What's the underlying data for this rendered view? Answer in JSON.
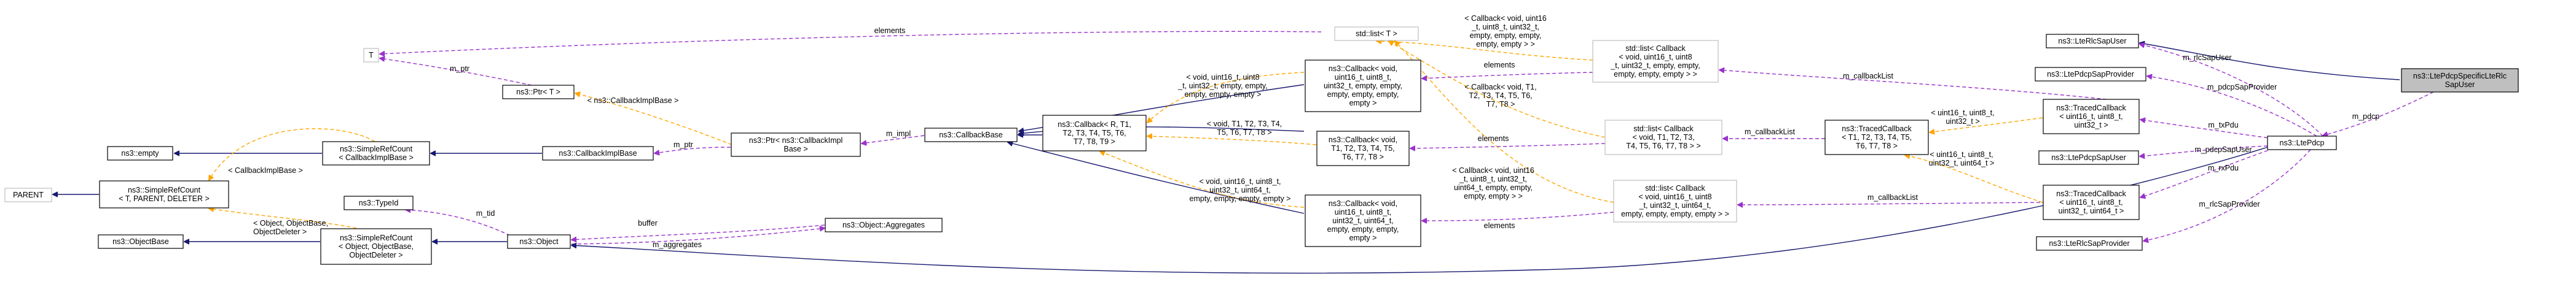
{
  "colors": {
    "box_border": "#000000",
    "box_fill": "#ffffff",
    "faded_border": "#bfbfbf",
    "focus_fill": "#bfbfbf",
    "inheritance": "#191970",
    "usage": "#9a32cd",
    "template": "#ffa500",
    "text": "#000000"
  },
  "nodes": [
    {
      "id": "T",
      "lines": [
        "T"
      ],
      "style": "faded"
    },
    {
      "id": "ptr",
      "lines": [
        "ns3::Ptr< T >"
      ],
      "style": "normal"
    },
    {
      "id": "parent",
      "lines": [
        "PARENT"
      ],
      "style": "faded"
    },
    {
      "id": "empty",
      "lines": [
        "ns3::empty"
      ],
      "style": "normal"
    },
    {
      "id": "srcCB",
      "lines": [
        "ns3::SimpleRefCount",
        "< T, PARENT, DELETER >"
      ],
      "style": "normal"
    },
    {
      "id": "objbase",
      "lines": [
        "ns3::ObjectBase"
      ],
      "style": "normal"
    },
    {
      "id": "srcCBImpl",
      "lines": [
        "ns3::SimpleRefCount",
        "< CallbackImplBase >"
      ],
      "style": "normal"
    },
    {
      "id": "typeid",
      "lines": [
        "ns3::TypeId"
      ],
      "style": "normal"
    },
    {
      "id": "srcObj",
      "lines": [
        "ns3::SimpleRefCount",
        "< Object, ObjectBase,",
        "ObjectDeleter >"
      ],
      "style": "normal"
    },
    {
      "id": "cbimplbase",
      "lines": [
        "ns3::CallbackImplBase"
      ],
      "style": "normal"
    },
    {
      "id": "object",
      "lines": [
        "ns3::Object"
      ],
      "style": "normal"
    },
    {
      "id": "ptrCBImpl",
      "lines": [
        "ns3::Ptr< ns3::CallbackImpl",
        "Base >"
      ],
      "style": "normal"
    },
    {
      "id": "aggregates",
      "lines": [
        "ns3::Object::Aggregates"
      ],
      "style": "normal"
    },
    {
      "id": "cbbase",
      "lines": [
        "ns3::CallbackBase"
      ],
      "style": "normal"
    },
    {
      "id": "cbTpl",
      "lines": [
        "ns3::Callback< R, T1,",
        "T2, T3, T4, T5, T6,",
        "T7, T8, T9 >"
      ],
      "style": "normal"
    },
    {
      "id": "cb1",
      "lines": [
        "ns3::Callback< void,",
        "uint16_t, uint8_t,",
        "uint32_t, empty, empty,",
        "empty, empty, empty,",
        "empty >"
      ],
      "style": "normal"
    },
    {
      "id": "cb2",
      "lines": [
        "ns3::Callback< void,",
        "T1, T2, T3, T4, T5,",
        "T6, T7, T8 >"
      ],
      "style": "normal"
    },
    {
      "id": "cb3",
      "lines": [
        "ns3::Callback< void,",
        "uint16_t, uint8_t,",
        "uint32_t, uint64_t,",
        "empty, empty, empty,",
        "empty >"
      ],
      "style": "normal"
    },
    {
      "id": "stdlistT",
      "lines": [
        "std::list< T >"
      ],
      "style": "faded"
    },
    {
      "id": "list1",
      "lines": [
        "std::list< Callback",
        "< void, uint16_t, uint8",
        "_t, uint32_t, empty, empty,",
        "empty, empty, empty > >"
      ],
      "style": "faded"
    },
    {
      "id": "list2",
      "lines": [
        "std::list< Callback",
        "< void, T1, T2, T3,",
        "T4, T5, T6, T7, T8 > >"
      ],
      "style": "faded"
    },
    {
      "id": "list3",
      "lines": [
        "std::list< Callback",
        "< void, uint16_t, uint8",
        "_t, uint32_t, uint64_t,",
        "empty, empty, empty, empty > >"
      ],
      "style": "faded"
    },
    {
      "id": "tcTpl",
      "lines": [
        "ns3::TracedCallback",
        "< T1, T2, T3, T4, T5,",
        "T6, T7, T8 >"
      ],
      "style": "normal"
    },
    {
      "id": "rlcSapUser",
      "lines": [
        "ns3::LteRlcSapUser"
      ],
      "style": "normal"
    },
    {
      "id": "pdcpSapProvider",
      "lines": [
        "ns3::LtePdcpSapProvider"
      ],
      "style": "normal"
    },
    {
      "id": "tc1",
      "lines": [
        "ns3::TracedCallback",
        "< uint16_t, uint8_t,",
        "uint32_t >"
      ],
      "style": "normal"
    },
    {
      "id": "pdcpSapUser",
      "lines": [
        "ns3::LtePdcpSapUser"
      ],
      "style": "normal"
    },
    {
      "id": "tc2",
      "lines": [
        "ns3::TracedCallback",
        "< uint16_t, uint8_t,",
        "uint32_t, uint64_t >"
      ],
      "style": "normal"
    },
    {
      "id": "rlcSapProvider",
      "lines": [
        "ns3::LteRlcSapProvider"
      ],
      "style": "normal"
    },
    {
      "id": "ltePdcp",
      "lines": [
        "ns3::LtePdcp"
      ],
      "style": "normal"
    },
    {
      "id": "specific",
      "lines": [
        "ns3::LtePdcpSpecificLteRlc",
        "SapUser"
      ],
      "style": "focus"
    }
  ],
  "edge_labels": {
    "elements_T": [
      "elements"
    ],
    "m_ptr": [
      "m_ptr"
    ],
    "cbimplbase_tpl": [
      "< CallbackImplBase >"
    ],
    "ns3_cbimplbase_tpl": [
      "< ns3::CallbackImplBase >"
    ],
    "obj_tpl": [
      "< Object, ObjectBase,",
      "ObjectDeleter >"
    ],
    "m_tid": [
      "m_tid"
    ],
    "buffer": [
      "buffer"
    ],
    "m_aggregates": [
      "m_aggregates"
    ],
    "m_ptr2": [
      "m_ptr"
    ],
    "m_impl": [
      "m_impl"
    ],
    "tpl_cb1": [
      "< void, uint16_t, uint8",
      "_t, uint32_t, empty, empty,",
      "empty, empty, empty >"
    ],
    "tpl_cb2": [
      "< void, T1, T2, T3, T4,",
      "T5, T6, T7, T8 >"
    ],
    "tpl_cb3": [
      "< void, uint16_t, uint8_t,",
      "uint32_t, uint64_t,",
      "empty, empty, empty, empty >"
    ],
    "tpl_list_top": [
      "< Callback< void, uint16",
      "_t, uint8_t, uint32_t,",
      "empty, empty, empty,",
      "empty, empty > >"
    ],
    "elements1": [
      "elements"
    ],
    "tpl_list2": [
      "< Callback< void, T1,",
      "T2, T3, T4, T5, T6,",
      "T7, T8 >"
    ],
    "elements2": [
      "elements"
    ],
    "tpl_list3": [
      "< Callback< void, uint16",
      "_t, uint8_t, uint32_t,",
      "uint64_t, empty, empty,",
      "empty, empty > >"
    ],
    "elements3": [
      "elements"
    ],
    "m_callbackList1": [
      "m_callbackList"
    ],
    "m_callbackList2": [
      "m_callbackList"
    ],
    "m_callbackList3": [
      "m_callbackList"
    ],
    "tpl_tc1": [
      "< uint16_t, uint8_t,",
      "uint32_t >"
    ],
    "tpl_tc2": [
      "< uint16_t, uint8_t,",
      "uint32_t, uint64_t >"
    ],
    "m_rlcSapUser": [
      "m_rlcSapUser"
    ],
    "m_pdcpSapProvider": [
      "m_pdcpSapProvider"
    ],
    "m_txPdu": [
      "m_txPdu"
    ],
    "m_pdcpSapUser": [
      "m_pdcpSapUser"
    ],
    "m_rxPdu": [
      "m_rxPdu"
    ],
    "m_rlcSapProvider": [
      "m_rlcSapProvider"
    ],
    "m_pdcp": [
      "m_pdcp"
    ]
  }
}
